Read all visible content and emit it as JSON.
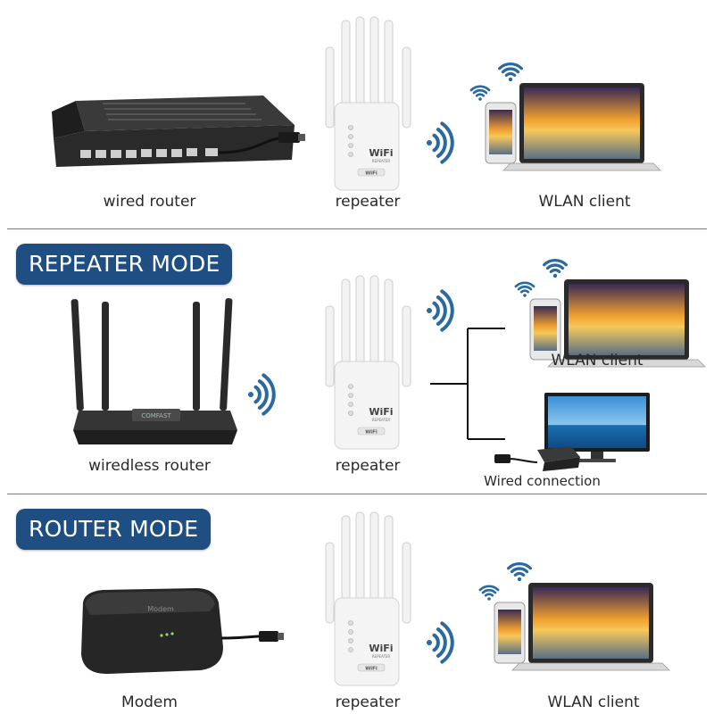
{
  "section_top": {
    "labels": {
      "router": "wired router",
      "repeater": "repeater",
      "client": "WLAN client"
    }
  },
  "section_repeater": {
    "title": "REPEATER MODE",
    "labels": {
      "router": "wiredless router",
      "repeater": "repeater",
      "client": "WLAN client",
      "wired": "Wired connection"
    }
  },
  "section_router": {
    "title": "ROUTER MODE",
    "labels": {
      "modem": "Modem",
      "repeater": "repeater",
      "client": "WLAN client"
    }
  },
  "device": {
    "wifi_text": "WiFi",
    "repeater_text": "REPEATER",
    "router_brand": "COMFAST",
    "modem_brand": "Modem"
  },
  "colors": {
    "accent": "#1f4f82",
    "wifi_wave": "#2a6aa0",
    "dark_device": "#2b2b2b",
    "repeater_body": "#f4f4f4"
  },
  "icons": [
    "wifi-wave-icon",
    "wifi-signal-icon",
    "ethernet-plug-icon"
  ]
}
